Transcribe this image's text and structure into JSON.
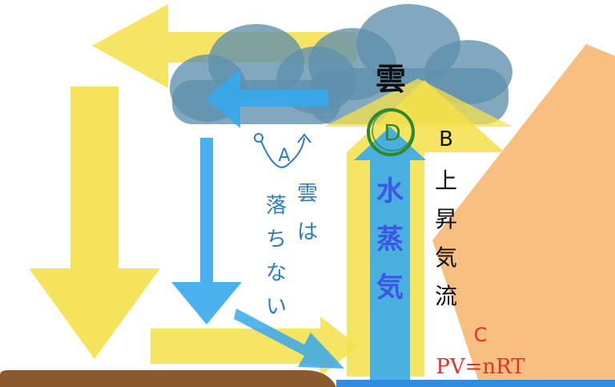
{
  "labels": {
    "cloud_big": "雲",
    "letter_a": "A",
    "letter_b": "B",
    "letter_c": "C",
    "letter_d": "D",
    "clouds_dont_fall": [
      "雲",
      "は",
      "落",
      "ち",
      "な",
      "い"
    ],
    "water_vapor": [
      "水",
      "蒸",
      "気"
    ],
    "updraft": [
      "上",
      "昇",
      "気",
      "流"
    ],
    "equation": "PV=nRT"
  },
  "colors": {
    "yellow": "#f5e04a",
    "blue": "#36a8ec",
    "cloud": "#5f8fae",
    "orange": "#f6b36a",
    "ground": "#8a5a2e",
    "water": "#2f8ce0",
    "text_blue": "#2c7cc0",
    "text_dark": "#111111",
    "text_red": "#e0322a",
    "circle_green": "#2f8a2f",
    "vapor_text": "#3b57e6"
  }
}
